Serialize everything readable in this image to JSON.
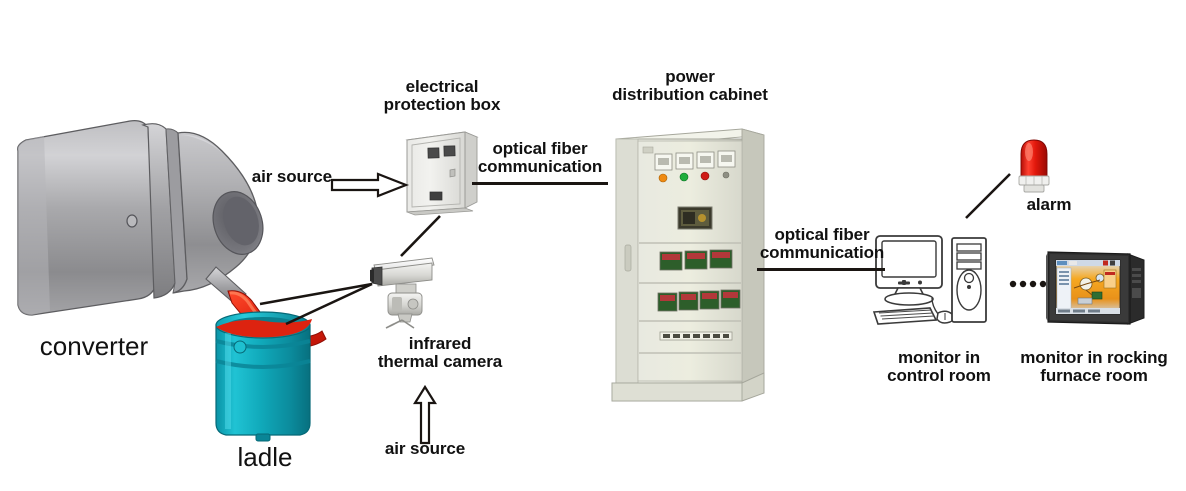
{
  "diagram": {
    "title": "converter steelmaking infrared temperature monitoring system",
    "background": "#ffffff",
    "colors": {
      "converter_body": "#9a9a9c",
      "converter_highlight": "#cfcfd1",
      "converter_shadow": "#6e6e71",
      "molten_metal": "#e02a1c",
      "ladle": "#12b3c4",
      "ladle_dark": "#0a8d9c",
      "cabinet": "#e6e7dd",
      "cabinet_shadow": "#c3c4b6",
      "alarm_red": "#e01b10",
      "indicator_orange": "#ef8a11",
      "indicator_green": "#1fae3c",
      "indicator_red": "#cf1b16",
      "module_green": "#2d5e2a",
      "line": "#1a1512",
      "text": "#111111"
    }
  },
  "labels": {
    "converter": "converter",
    "ladle": "ladle",
    "air_source_left": "air source",
    "air_source_bottom": "air source",
    "electrical_protection_box": "electrical\nprotection box",
    "infrared_thermal_camera": "infrared\nthermal camera",
    "power_distribution_cabinet": "power\ndistribution cabinet",
    "optical_fiber_communication_1": "optical fiber\ncommunication",
    "optical_fiber_communication_2": "optical fiber\ncommunication",
    "alarm": "alarm",
    "monitor_control_room": "monitor in\ncontrol room",
    "monitor_rocking_furnace_room": "monitor in rocking\nfurnace room"
  },
  "nodes": [
    {
      "id": "converter",
      "name": "converter-vessel",
      "label": "converter"
    },
    {
      "id": "ladle",
      "name": "ladle-vessel",
      "label": "ladle"
    },
    {
      "id": "camera",
      "name": "infrared-thermal-camera",
      "label": "infrared thermal camera"
    },
    {
      "id": "protection_box",
      "name": "electrical-protection-box",
      "label": "electrical protection box"
    },
    {
      "id": "cabinet",
      "name": "power-distribution-cabinet",
      "label": "power distribution cabinet"
    },
    {
      "id": "alarm",
      "name": "alarm-beacon",
      "label": "alarm"
    },
    {
      "id": "pc",
      "name": "control-room-computer",
      "label": "monitor in control room"
    },
    {
      "id": "hmi",
      "name": "rocking-furnace-room-monitor",
      "label": "monitor in rocking furnace room"
    }
  ],
  "connections": [
    {
      "name": "air-source-to-protection-box",
      "style": "hollow-arrow",
      "direction": "right"
    },
    {
      "name": "air-source-to-camera",
      "style": "hollow-arrow",
      "direction": "up"
    },
    {
      "name": "camera-to-ladle-leader",
      "style": "leader-line"
    },
    {
      "name": "camera-to-protection-box-leader",
      "style": "leader-line"
    },
    {
      "name": "protection-box-to-cabinet-fiber",
      "style": "underline-arrow",
      "label": "optical fiber communication"
    },
    {
      "name": "cabinet-to-control-room-fiber",
      "style": "underline-arrow",
      "label": "optical fiber communication"
    },
    {
      "name": "alarm-leader",
      "style": "leader-line"
    },
    {
      "name": "pc-to-hmi-dots",
      "style": "dotted",
      "dot_count": 4
    }
  ],
  "cabinet_panel": {
    "meters": 4,
    "indicators": [
      "orange",
      "green",
      "red",
      "small"
    ],
    "module_row_1": 3,
    "module_row_2": 4,
    "terminal_strip": 1
  }
}
